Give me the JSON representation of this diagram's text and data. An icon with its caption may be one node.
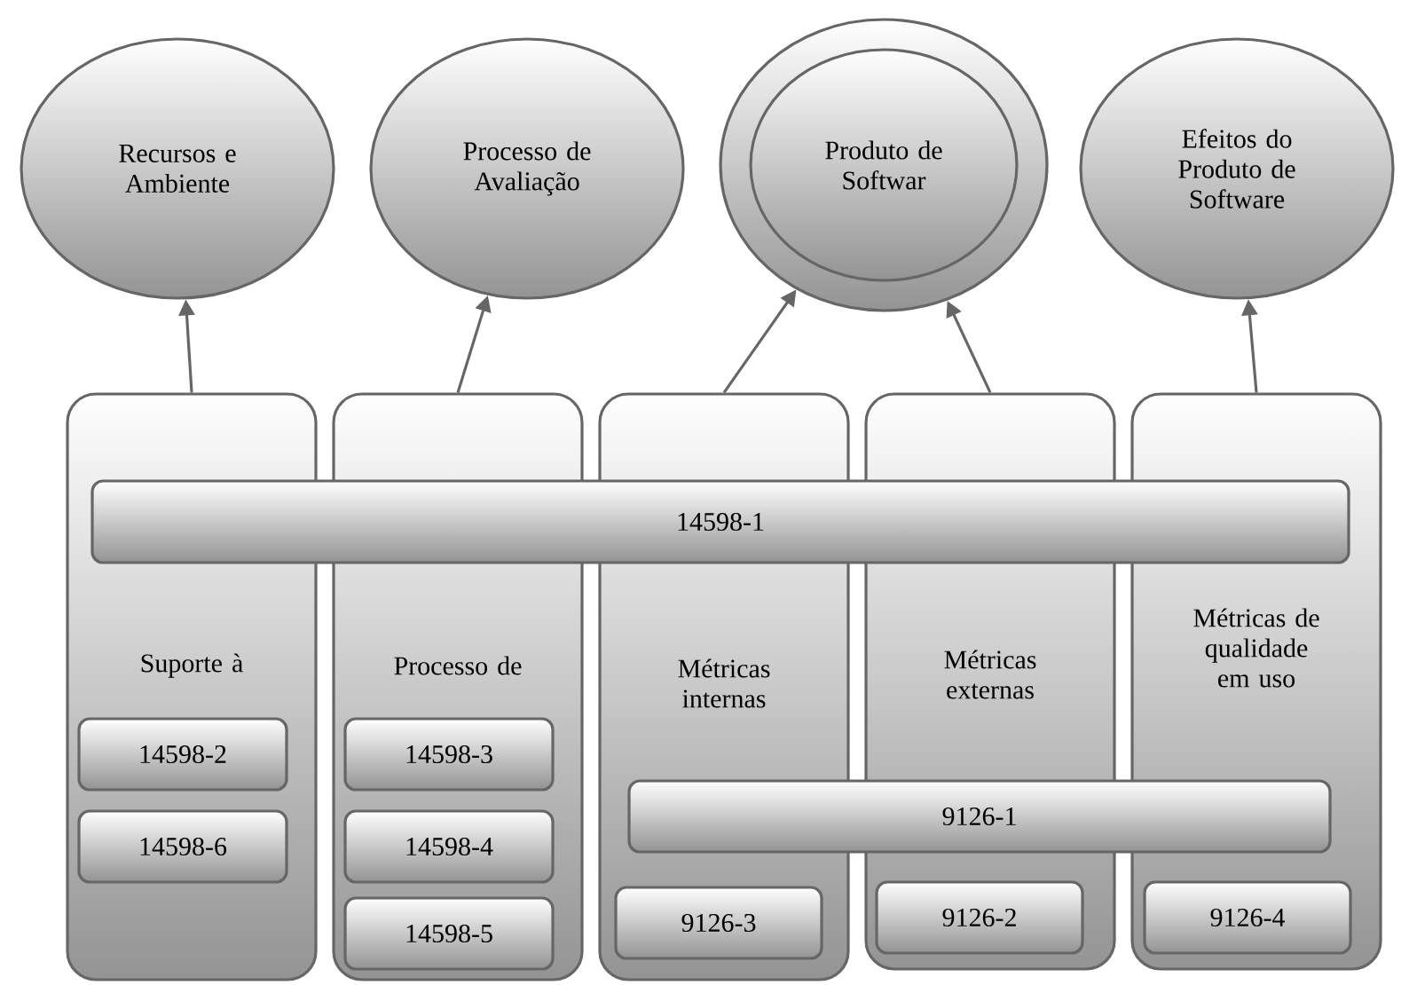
{
  "diagram": {
    "nodes": [
      {
        "text": [
          "Recursos e Ambiente"
        ]
      },
      {
        "text": [
          "Processo de Avaliação"
        ]
      },
      {
        "text": [],
        "shape": "ellipse"
      },
      {
        "text": [
          "Produto de Softwar"
        ],
        "in": 2
      },
      {
        "text": [
          "Efeitos do Produto de Software"
        ]
      },
      {
        "text": [
          "Suporte à"
        ]
      },
      {
        "text": [
          "Processo de"
        ]
      },
      {
        "text": [
          "Métricas internas"
        ]
      },
      {
        "text": [
          "Métricas externas"
        ]
      },
      {
        "text": [
          "Métricas de qualidade em uso"
        ]
      },
      {
        "text": [
          "14598-1"
        ]
      },
      {
        "text": [
          "14598-2"
        ],
        "in": 5
      },
      {
        "text": [
          "14598-6"
        ],
        "in": 5
      },
      {
        "text": [
          "14598-3"
        ],
        "in": 6
      },
      {
        "text": [
          "14598-4"
        ],
        "in": 6
      },
      {
        "text": [
          "14598-5"
        ],
        "in": 6
      },
      {
        "text": [
          "9126-1"
        ]
      },
      {
        "text": [
          "9126-3"
        ],
        "in": 7
      },
      {
        "text": [
          "9126-2"
        ],
        "in": 8
      },
      {
        "text": [
          "9126-4"
        ],
        "in": 9
      }
    ],
    "edges": [
      {
        "from": 5,
        "to": 0,
        "arrow": "to"
      },
      {
        "from": 6,
        "to": 1,
        "arrow": "to"
      },
      {
        "from": 7,
        "to": 2,
        "arrow": "to"
      },
      {
        "from": 8,
        "to": 2,
        "arrow": "to"
      },
      {
        "from": 9,
        "to": 4,
        "arrow": "to"
      }
    ]
  }
}
